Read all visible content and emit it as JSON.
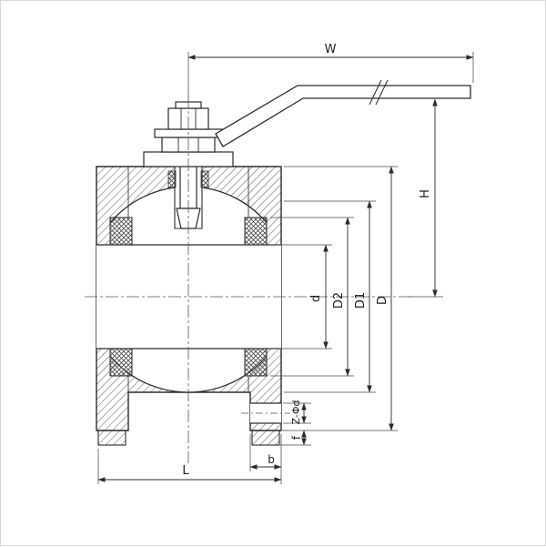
{
  "drawing": {
    "labels": {
      "W": "W",
      "H": "H",
      "d": "d",
      "D2": "D2",
      "D1": "D1",
      "D": "D",
      "Zd": "Z-Φd",
      "f": "f",
      "b": "b",
      "L": "L"
    },
    "colors": {
      "line": "#2b2b2b",
      "thin_line": "#4a4a4a",
      "background": "#ffffff"
    }
  }
}
